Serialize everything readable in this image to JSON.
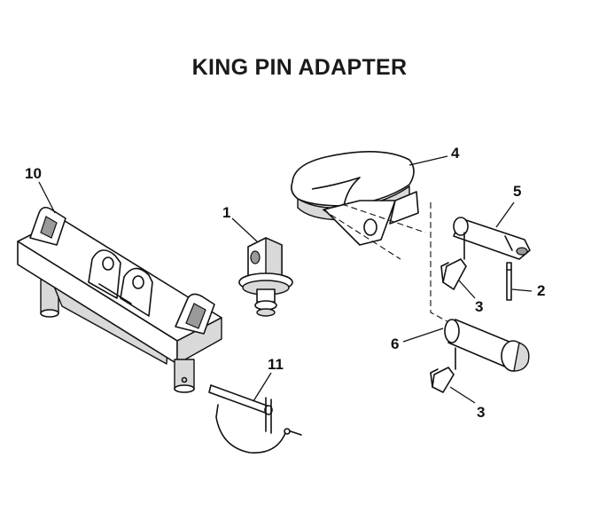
{
  "diagram": {
    "title": "KING PIN ADAPTER",
    "callouts": [
      {
        "id": "part-1",
        "label": "1"
      },
      {
        "id": "part-2",
        "label": "2"
      },
      {
        "id": "part-3a",
        "label": "3"
      },
      {
        "id": "part-3b",
        "label": "3"
      },
      {
        "id": "part-4",
        "label": "4"
      },
      {
        "id": "part-5",
        "label": "5"
      },
      {
        "id": "part-6",
        "label": "6"
      },
      {
        "id": "part-10",
        "label": "10"
      },
      {
        "id": "part-11",
        "label": "11"
      }
    ]
  }
}
